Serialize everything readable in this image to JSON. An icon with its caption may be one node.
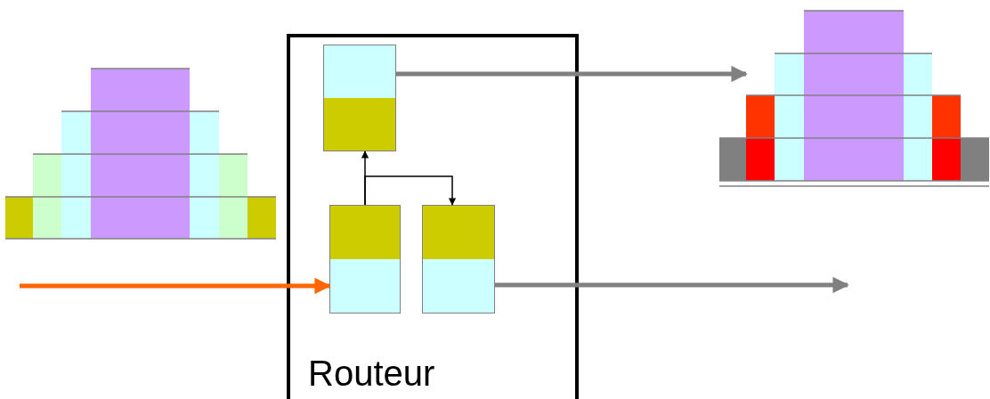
{
  "diagram": {
    "nodes": [
      {
        "text": [
          "Routeur"
        ]
      },
      {
        "text": [],
        "shape": "box",
        "in": 0
      },
      {
        "text": [],
        "shape": "box",
        "in": 0
      },
      {
        "text": [],
        "shape": "box",
        "in": 0
      }
    ],
    "edges": [
      {
        "from": null,
        "to": 2,
        "arrow": "to",
        "color": "#ff6600"
      },
      {
        "from": 1,
        "to": null,
        "arrow": "to",
        "color": "#808080"
      },
      {
        "from": 3,
        "to": null,
        "arrow": "to",
        "color": "#808080"
      },
      {
        "from": 2,
        "to": 1,
        "arrow": "to",
        "color": "#000000"
      },
      {
        "from": 2,
        "to": 3,
        "arrow": "to",
        "color": "#000000"
      }
    ]
  }
}
